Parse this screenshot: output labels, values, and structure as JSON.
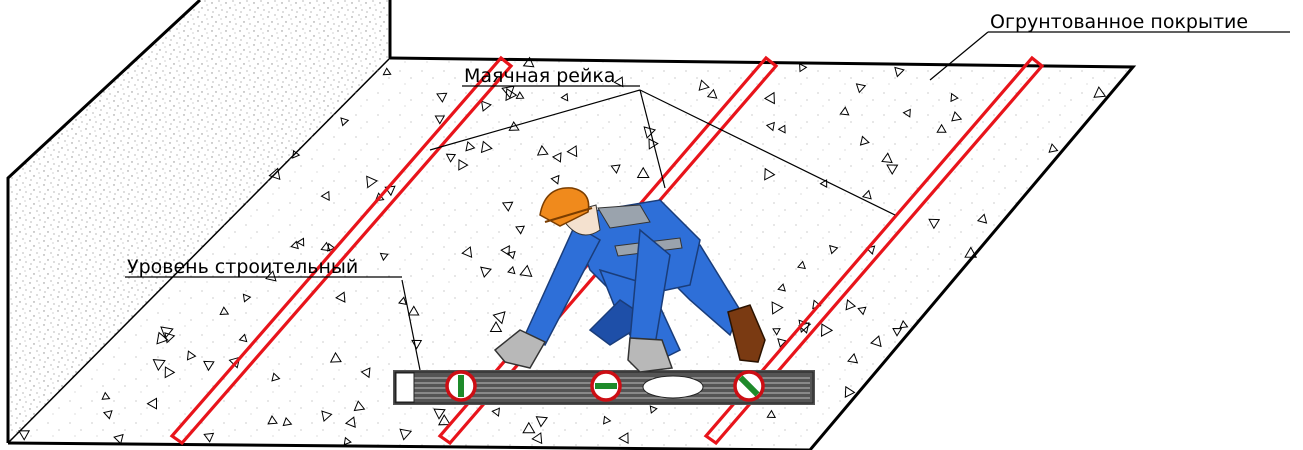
{
  "labels": {
    "primed_coating": "Огрунтованное покрытие",
    "guide_rail": "Маячная рейка",
    "spirit_level": "Уровень строительный"
  },
  "colors": {
    "rail": "#e8141b",
    "level_body": "#555555",
    "vial_ring": "#cc0e14",
    "vial_bubble": "#1e8a2a",
    "worker_suit": "#2e6fd8",
    "worker_suit_dark": "#1e4fa8",
    "helmet": "#f08a1c",
    "gloves": "#b8b8b8",
    "boots": "#7a3a12",
    "stipple": "#9a9a9a"
  },
  "icons": {
    "worker": "construction-worker-kneeling",
    "level": "spirit-level-icon",
    "aggregate": "triangle-aggregate-marks"
  }
}
